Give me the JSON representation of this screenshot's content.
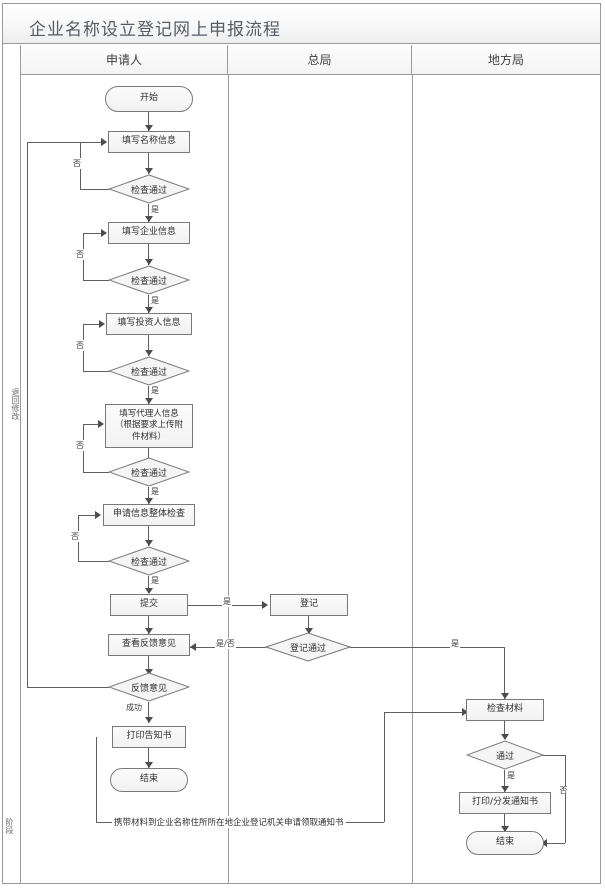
{
  "header": {
    "title": "企业名称设立登记网上申报流程"
  },
  "stage_label": "阶段",
  "return_label": "退回修改",
  "lanes": [
    {
      "name": "applicant",
      "label": "申请人"
    },
    {
      "name": "head-bureau",
      "label": "总局"
    },
    {
      "name": "local-bureau",
      "label": "地方局"
    }
  ],
  "nodes": {
    "start": "开始",
    "fill_name_info": "填写名称信息",
    "check_pass_1": "检查通过",
    "fill_enterprise_info": "填写企业信息",
    "check_pass_2": "检查通过",
    "fill_investor_info": "填写投资人信息",
    "check_pass_3": "检查通过",
    "fill_agent_info_l1": "填写代理人信息",
    "fill_agent_info_l2": "（根据要求上传附",
    "fill_agent_info_l3": "件材料）",
    "check_pass_4": "检查通过",
    "overall_check": "申请信息整体检查",
    "check_pass_5": "检查通过",
    "submit": "提交",
    "view_feedback": "查看反馈意见",
    "feedback_opinion": "反馈意见",
    "print_notice": "打印告知书",
    "end_applicant": "结束",
    "register": "登记",
    "register_pass": "登记通过",
    "check_materials": "检查材料",
    "pass": "通过",
    "print_dispatch_notice": "打印/分发通知书",
    "end_local": "结束"
  },
  "edge_labels": {
    "no_1": "否",
    "yes_1": "是",
    "no_2": "否",
    "yes_2": "是",
    "no_3": "否",
    "yes_3": "是",
    "no_4": "否",
    "yes_4": "是",
    "no_5": "否",
    "yes_5": "是",
    "submit_yes": "是",
    "register_yes_no": "是/否",
    "register_pass_yes": "是",
    "feedback_success": "成功",
    "pass_yes": "是",
    "pass_no": "否"
  },
  "bottom_note": "携带材料到企业名称住所所在地企业登记机关申请领取通知书",
  "colors": {
    "border": "#77797c",
    "line": "#5d5f62",
    "frame": "#9a9a9a",
    "node_fill_top": "#fbfbfb",
    "node_fill_bottom": "#f2f2f2",
    "title_text": "#555c63"
  }
}
